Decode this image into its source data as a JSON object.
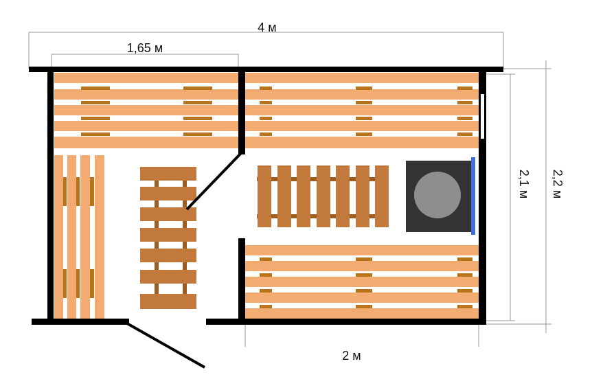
{
  "colors": {
    "wall": "#000000",
    "plank": "#f2ac72",
    "plank_dark": "#c17a3c",
    "batten": "#b8741a",
    "stove_body": "#333333",
    "stove_top": "#8e8e8e",
    "stove_panel": "#3f6fe0",
    "dimension_line": "#999999"
  },
  "dimensions": {
    "total_width": "4 м",
    "bench_width": "1,65 м",
    "inner_height": "2,1 м",
    "total_height": "2,2 м",
    "inner_width": "2 м"
  },
  "elements": {
    "stove": "stove",
    "doors": 2,
    "benches": 5
  }
}
